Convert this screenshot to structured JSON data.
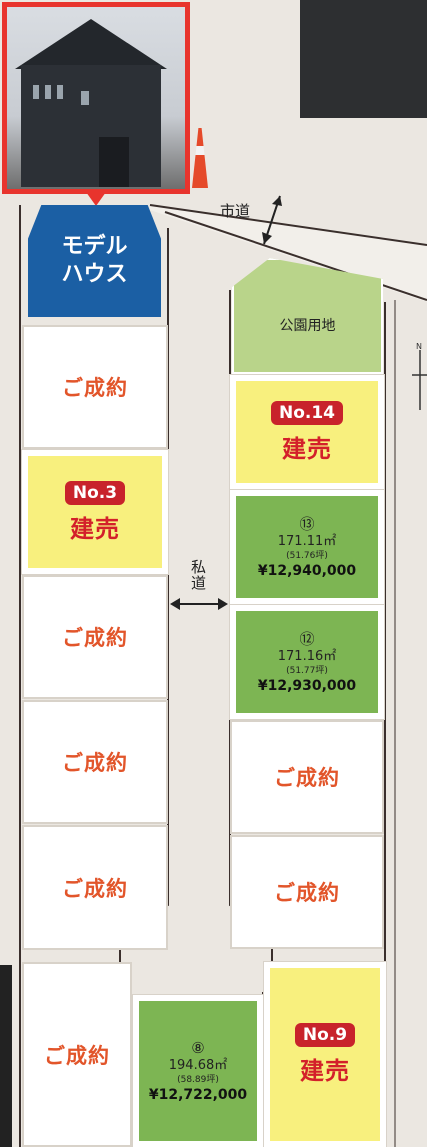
{
  "model_house": {
    "line1": "モデル",
    "line2": "ハウス"
  },
  "roads": {
    "city_road": "市道",
    "private_road_1": "私",
    "private_road_2": "道"
  },
  "park": {
    "label": "公園用地"
  },
  "north": {
    "label": "N"
  },
  "sold_label": "ご成約",
  "for_sale": {
    "no14": {
      "badge": "No.14",
      "label": "建売"
    },
    "no3": {
      "badge": "No.3",
      "label": "建売"
    },
    "no9": {
      "badge": "No.9",
      "label": "建売"
    }
  },
  "lots": {
    "lot13": {
      "num": "⑬",
      "area": "171.11㎡",
      "tsubo": "(51.76坪)",
      "price": "¥12,940,000"
    },
    "lot12": {
      "num": "⑫",
      "area": "171.16㎡",
      "tsubo": "(51.77坪)",
      "price": "¥12,930,000"
    },
    "lot8": {
      "num": "⑧",
      "area": "194.68㎡",
      "tsubo": "(58.89坪)",
      "price": "¥12,722,000"
    }
  },
  "colors": {
    "green": "#7db553",
    "yellow": "#f8f07e",
    "red": "#c8232b",
    "sold_text": "#e2552a",
    "model_blue": "#1b5fa4"
  }
}
